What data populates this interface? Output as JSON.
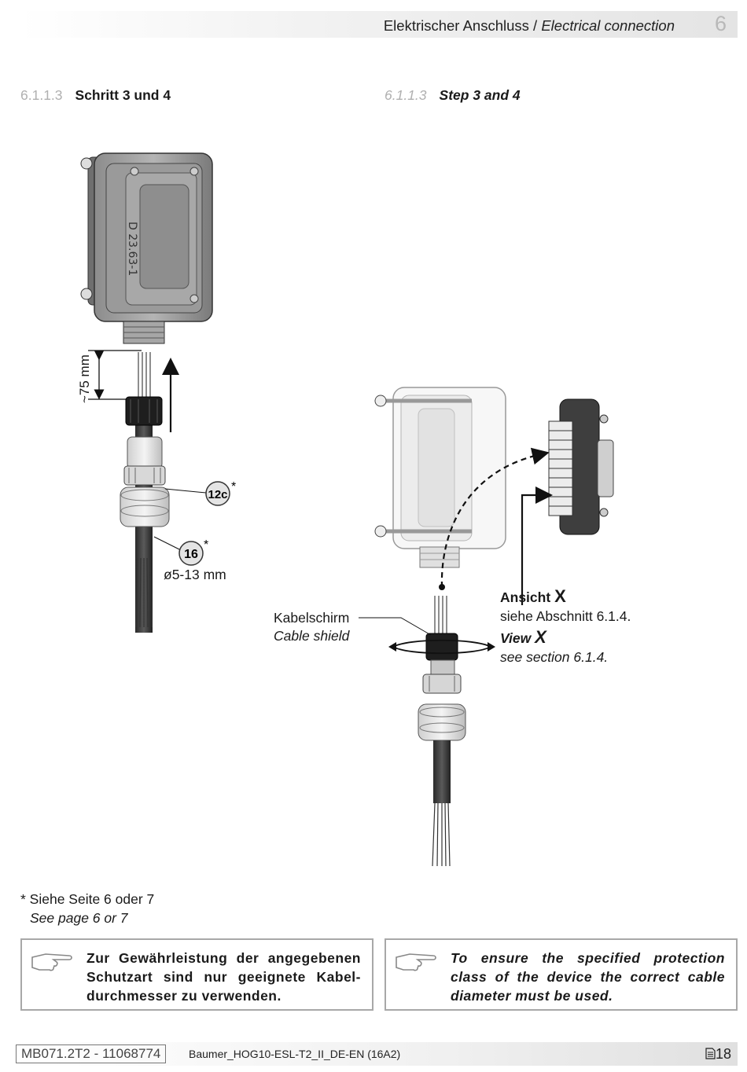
{
  "header": {
    "title_de": "Elektrischer Anschluss",
    "title_sep": " / ",
    "title_en": "Electrical connection",
    "chapter": "6"
  },
  "section_de": {
    "number": "6.1.1.3",
    "title": "Schritt 3 und 4"
  },
  "section_en": {
    "number": "6.1.1.3",
    "title": "Step 3 and 4"
  },
  "figure_left": {
    "housing_marking": "D 23.63-1",
    "dim_label": "~75 mm",
    "callout_12c": "12c",
    "callout_16": "16",
    "asterisk": "*",
    "diameter_label": "ø5-13 mm"
  },
  "figure_right": {
    "shield_de": "Kabelschirm",
    "shield_en": "Cable shield",
    "view_de_prefix": "Ansicht",
    "view_letter": "X",
    "view_de_ref": "siehe Abschnitt 6.1.4.",
    "view_en_prefix": "View",
    "view_en_ref": "see section 6.1.4."
  },
  "footnote": {
    "de": "* Siehe Seite 6 oder 7",
    "en": "See page 6 or 7"
  },
  "notes": {
    "de": "Zur Gewährleistung der angegebenen Schutzart sind nur geeignete Kabel-durchmesser zu verwenden.",
    "en": "To ensure the specified protection class of the device the correct cable diameter must be used.",
    "icon": "pointing-hand-icon"
  },
  "footer": {
    "doc_id": "MB071.2T2 - 11068774",
    "filename": "Baumer_HOG10-ESL-T2_II_DE-EN (16A2)",
    "page_icon": "document-page-icon",
    "page": "18"
  }
}
